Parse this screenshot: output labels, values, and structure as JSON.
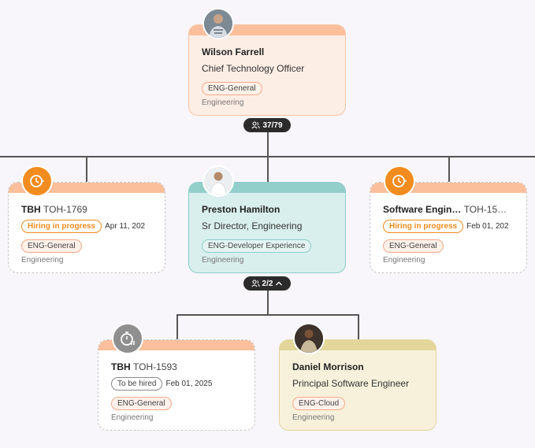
{
  "root": {
    "name": "Wilson Farrell",
    "title": "Chief Technology Officer",
    "tag": "ENG-General",
    "department": "Engineering",
    "reports": "37/79"
  },
  "level1": [
    {
      "name": "TBH",
      "req": "TOH-1769",
      "status": "Hiring in progress",
      "date": "Apr 11, 202",
      "tag": "ENG-General",
      "department": "Engineering"
    },
    {
      "name": "Preston Hamilton",
      "title": "Sr Director, Engineering",
      "tag": "ENG-Developer Experience",
      "department": "Engineering",
      "reports": "2/2"
    },
    {
      "name": "Software Engin…",
      "req": "TOH-15…",
      "status": "Hiring in progress",
      "date": "Feb 01, 202",
      "tag": "ENG-General",
      "department": "Engineering"
    }
  ],
  "level2": [
    {
      "name": "TBH",
      "req": "TOH-1593",
      "status": "To be hired",
      "date": "Feb 01, 2025",
      "tag": "ENG-General",
      "department": "Engineering"
    },
    {
      "name": "Daniel Morrison",
      "title": "Principal Software Engineer",
      "tag": "ENG-Cloud",
      "department": "Engineering"
    }
  ],
  "icons": {
    "reports": "people-icon",
    "expand": "chevron-up-icon",
    "open_role": "clock-icon",
    "to_be_hired": "timer-icon"
  },
  "colors": {
    "hiring": "#f08b1e",
    "root_card": "#fdeee5",
    "manager_card": "#d9efee",
    "ic_card": "#f7f1dc"
  }
}
